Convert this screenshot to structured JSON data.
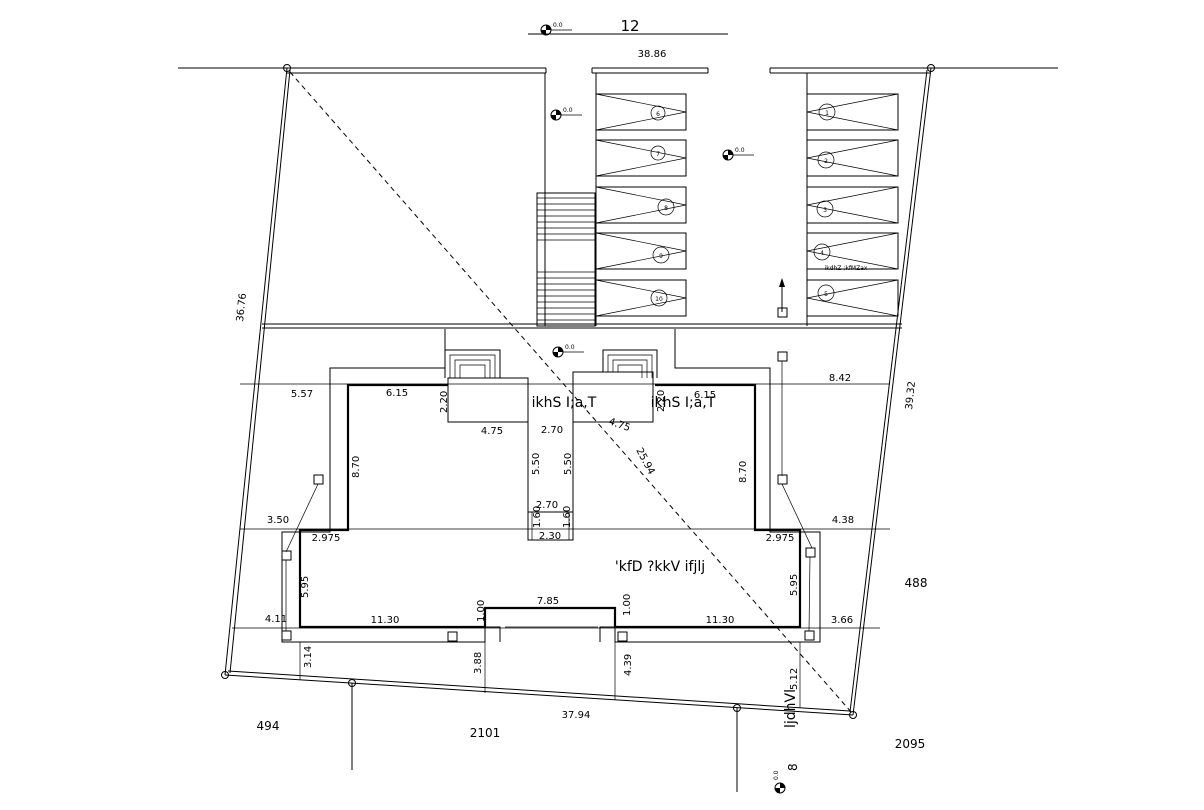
{
  "header": {
    "number": "12",
    "width_label": "38.86",
    "level_mark": "0.0"
  },
  "site": {
    "diagonal": "25.94",
    "left_side": "36.76",
    "right_side": "39.32",
    "bottom_side": "37.94",
    "plot_right": "488",
    "plot_bottom_left": "494",
    "plot_bottom_center": "2101",
    "plot_bottom_right": "2095",
    "road_label": "ljdhVl",
    "road_width": "12",
    "bottom_level": "0.0",
    "bottom_level_number": "8"
  },
  "parking": {
    "label": "ikdhZ ;kfMZax",
    "left_slots": [
      "6",
      "7",
      "8",
      "9",
      "10"
    ],
    "right_slots": [
      "1",
      "2",
      "3",
      "4",
      "5"
    ]
  },
  "building": {
    "name": "'kfD ?kkV ifjlj",
    "room_left": "ikhS I;a,T",
    "room_right": "ikhS I;a,T"
  },
  "levels": [
    "0.0",
    "0.0",
    "0.0"
  ],
  "dimensions": {
    "d_5_57": "5.57",
    "d_6_15_l": "6.15",
    "d_2_20_l": "2.20",
    "d_4_75_l": "4.75",
    "d_2_70_t": "2.70",
    "d_4_75_r": "4.75",
    "d_6_15_r": "6.15",
    "d_2_20_r": "2.20",
    "d_8_42": "8.42",
    "d_8_70_l": "8.70",
    "d_8_70_r": "8.70",
    "d_5_50_a": "5.50",
    "d_5_50_b": "5.50",
    "d_2_70_b": "2.70",
    "d_1_60_a": "1.60",
    "d_1_60_b": "1.60",
    "d_2_30": "2.30",
    "d_3_50": "3.50",
    "d_4_38": "4.38",
    "d_2_975_l": "2.975",
    "d_2_975_r": "2.975",
    "d_5_95_l": "5.95",
    "d_5_95_r": "5.95",
    "d_7_85": "7.85",
    "d_1_00_l": "1.00",
    "d_1_00_r": "1.00",
    "d_4_11": "4.11",
    "d_11_30_l": "11.30",
    "d_11_30_r": "11.30",
    "d_3_66": "3.66",
    "d_3_14": "3.14",
    "d_3_88": "3.88",
    "d_4_39": "4.39",
    "d_5_12": "5.12"
  }
}
